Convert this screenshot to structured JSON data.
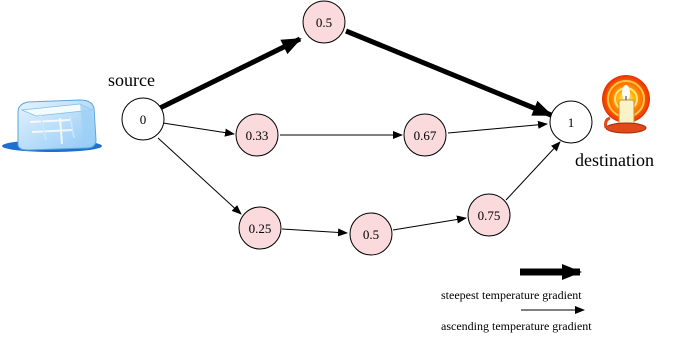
{
  "labels": {
    "source": "source",
    "destination": "destination"
  },
  "nodes": {
    "n0": "0",
    "n05top": "0.5",
    "n033": "0.33",
    "n067": "0.67",
    "n1": "1",
    "n025": "0.25",
    "n05bot": "0.5",
    "n075": "0.75"
  },
  "legend": {
    "steepest": "steepest temperature gradient",
    "ascending": "ascending temperature gradient"
  },
  "colors": {
    "node_fill": "#fadadd",
    "node_stroke": "#000000",
    "source_fill": "#ffffff"
  },
  "icons": {
    "source_icon": "ice-cube-icon",
    "destination_icon": "candle-icon"
  }
}
